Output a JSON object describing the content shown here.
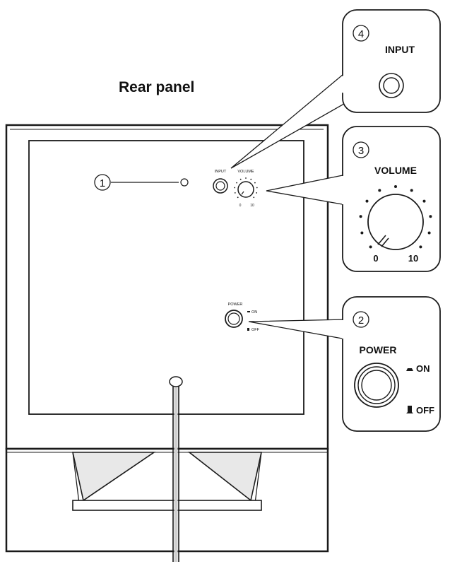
{
  "title": "Rear panel",
  "callouts": [
    {
      "number": "1"
    },
    {
      "number": "2",
      "label": "POWER",
      "on": "ON",
      "off": "OFF"
    },
    {
      "number": "3",
      "label": "VOLUME",
      "min": "0",
      "max": "10"
    },
    {
      "number": "4",
      "label": "INPUT"
    }
  ],
  "panel": {
    "input_small": "INPUT",
    "volume_small": "VOLUME",
    "volume_min_small": "0",
    "volume_max_small": "10",
    "power_small": "POWER",
    "on_small": "ON",
    "off_small": "OFF"
  },
  "colors": {
    "line": "#1a1a1a",
    "fill": "#ffffff",
    "speaker": "#e0e0e0"
  }
}
